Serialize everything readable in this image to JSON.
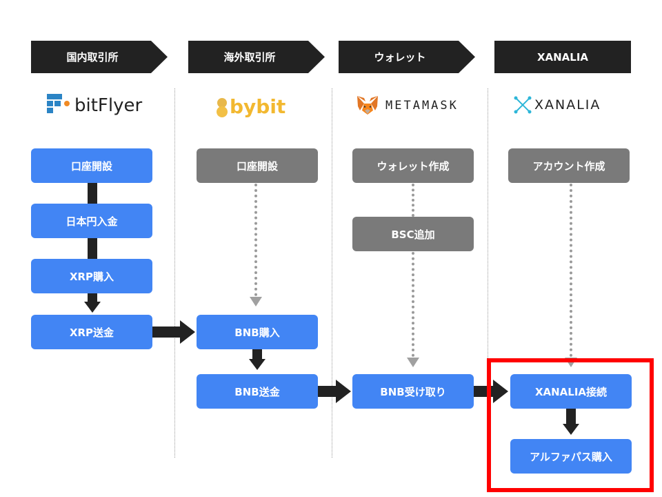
{
  "headers": [
    "国内取引所",
    "海外取引所",
    "ウォレット",
    "XANALIA"
  ],
  "logos": {
    "bitflyer": "bitFlyer",
    "bybit": "bybit",
    "metamask": "METAMASK",
    "xanalia": "XANALIA"
  },
  "col1": [
    "口座開設",
    "日本円入金",
    "XRP購入",
    "XRP送金"
  ],
  "col2": [
    "口座開設",
    "BNB購入",
    "BNB送金"
  ],
  "col3": [
    "ウォレット作成",
    "BSC追加",
    "BNB受け取り"
  ],
  "col4": [
    "アカウント作成",
    "XANALIA接続",
    "アルファパス購入"
  ],
  "colors": {
    "primary": "#4285f4",
    "inactive": "#7a7a7a",
    "header": "#222222",
    "highlight": "#ff0000"
  }
}
